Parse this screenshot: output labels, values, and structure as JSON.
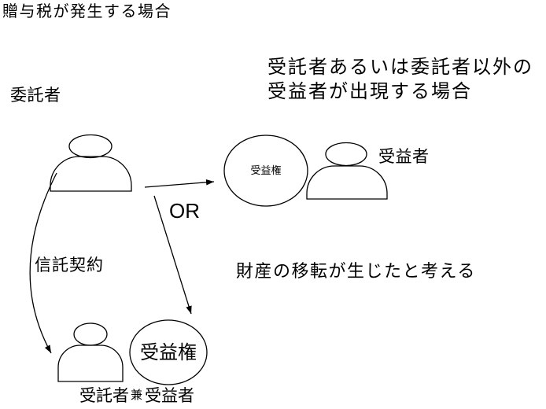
{
  "slide": {
    "title": "贈与税が発生する場合"
  },
  "labels": {
    "settlor": "委託者",
    "condition_note": "受託者あるいは委託者以外の\n受益者が出現する場合",
    "beneficiary_right": "受益者",
    "or": "OR",
    "trust_contract": "信託契約",
    "transfer_note": "財産の移転が生じたと考える",
    "beneficial_interest_top_circle": "受益権",
    "beneficial_interest_bottom_circle": "受益権",
    "bottom_trustee": "受託者",
    "bottom_and": "兼",
    "bottom_beneficiary": "受益者"
  },
  "colors": {
    "stroke": "#000000",
    "text": "#000000",
    "background": "#ffffff"
  }
}
